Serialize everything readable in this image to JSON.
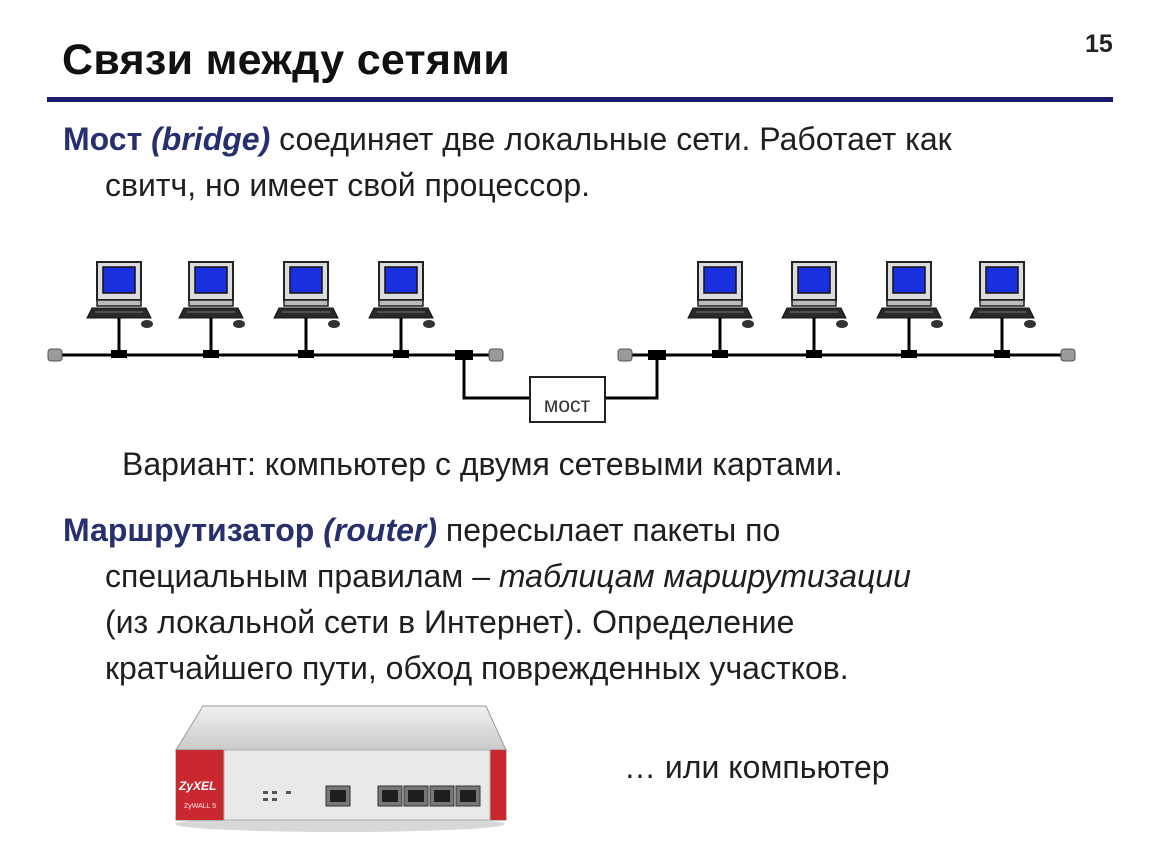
{
  "slide": {
    "number": "15",
    "title": "Связи между сетями"
  },
  "bridge_paragraph": {
    "term": "Мост",
    "term_en": "(bridge)",
    "line1_rest": " соединяет две локальные сети. Работает как",
    "line2": "свитч, но имеет свой процессор."
  },
  "diagram": {
    "bridge_label": "мост",
    "left_segment_computers": 4,
    "right_segment_computers": 4,
    "colors": {
      "screen": "#1a2fe0",
      "cable": "#000000",
      "terminator": "#9a9a9a"
    }
  },
  "variant_text": "Вариант: компьютер с двумя сетевыми картами.",
  "router_paragraph": {
    "term": "Маршрутизатор",
    "term_en": "(router)",
    "line1_rest": " пересылает пакеты по",
    "line2_start": "специальным правилам – ",
    "line2_italic": "таблицам   маршрутизации",
    "line3": "(из локальной сети в Интернет). Определение",
    "line4": "кратчайшего пути, обход поврежденных участков."
  },
  "router_device": {
    "brand": "ZyXEL",
    "model": "ZyWALL 5"
  },
  "or_computer_text": "… или компьютер",
  "theme": {
    "accent": "#26306e",
    "rule": "#1a1a6e",
    "router_red": "#c8282e"
  }
}
